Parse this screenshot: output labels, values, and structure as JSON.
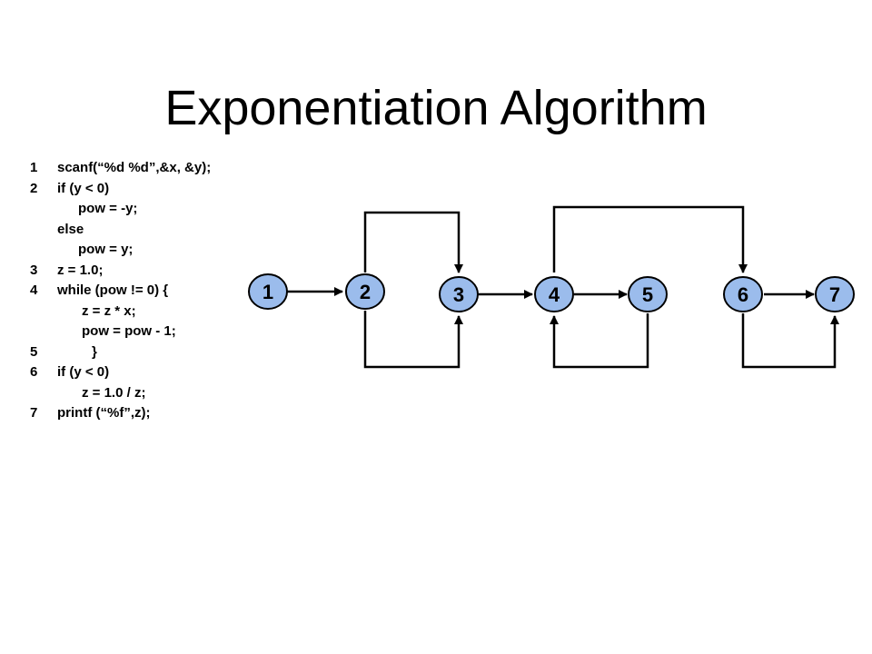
{
  "title": "Exponentiation Algorithm",
  "code": [
    {
      "num": "1",
      "text": "scanf(“%d %d”,&x, &y);",
      "indent": 0
    },
    {
      "num": "2",
      "text": "if (y < 0)",
      "indent": 0
    },
    {
      "num": "",
      "text": "pow = -y;",
      "indent": 1
    },
    {
      "num": "",
      "text": "else",
      "indent": 0
    },
    {
      "num": "",
      "text": "pow = y;",
      "indent": 1
    },
    {
      "num": "3",
      "text": "z = 1.0;",
      "indent": 0
    },
    {
      "num": "4",
      "text": "while (pow != 0) {",
      "indent": 0
    },
    {
      "num": "",
      "text": "z = z * x;",
      "indent": 3
    },
    {
      "num": "",
      "text": "pow = pow - 1;",
      "indent": 3
    },
    {
      "num": "5",
      "text": "}",
      "indent": 4
    },
    {
      "num": "6",
      "text": "if (y < 0)",
      "indent": 0
    },
    {
      "num": "",
      "text": "z = 1.0 / z;",
      "indent": 3
    },
    {
      "num": "7",
      "text": "printf (“%f”,z);",
      "indent": 0
    }
  ],
  "graph": {
    "node_color": "#9bbcec",
    "nodes": [
      {
        "id": "n1",
        "label": "1"
      },
      {
        "id": "n2",
        "label": "2"
      },
      {
        "id": "n3",
        "label": "3"
      },
      {
        "id": "n4",
        "label": "4"
      },
      {
        "id": "n5",
        "label": "5"
      },
      {
        "id": "n6",
        "label": "6"
      },
      {
        "id": "n7",
        "label": "7"
      }
    ],
    "edges": [
      {
        "from": "1",
        "to": "2"
      },
      {
        "from": "2",
        "to": "3"
      },
      {
        "from": "2",
        "to": "3"
      },
      {
        "from": "3",
        "to": "4"
      },
      {
        "from": "4",
        "to": "5"
      },
      {
        "from": "5",
        "to": "4"
      },
      {
        "from": "4",
        "to": "6"
      },
      {
        "from": "6",
        "to": "7"
      },
      {
        "from": "6",
        "to": "7"
      }
    ]
  }
}
